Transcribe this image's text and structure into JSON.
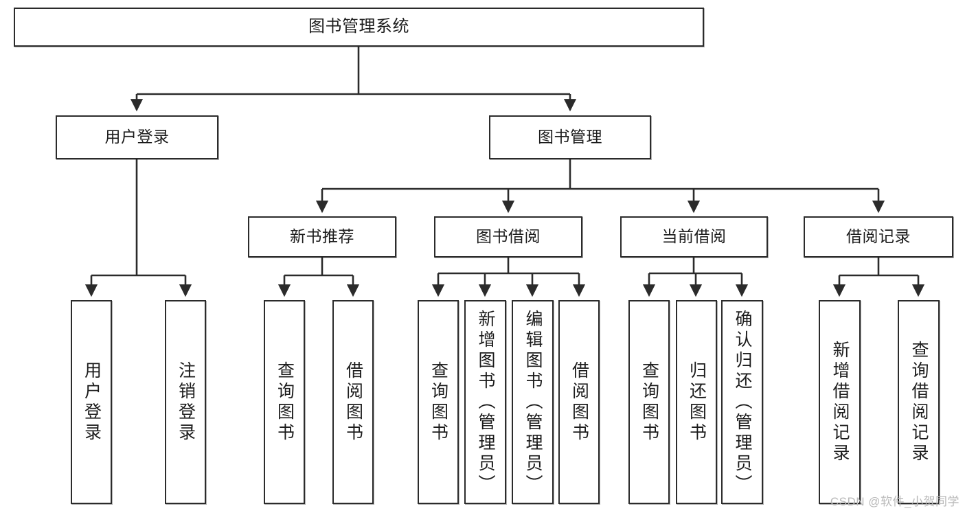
{
  "diagram": {
    "title": "图书管理系统",
    "type": "tree-hierarchy",
    "watermark": "CSDN @软件_小贺同学",
    "colors": {
      "box_border": "#2b2b2b",
      "box_fill": "#ffffff",
      "edge": "#2b2b2b",
      "text": "#1c1c1c",
      "watermark": "#b9b9b9"
    },
    "nodes": {
      "root": {
        "label": "图书管理系统"
      },
      "level2": [
        {
          "id": "user-login",
          "label": "用户登录"
        },
        {
          "id": "book-manage",
          "label": "图书管理"
        }
      ],
      "level3": [
        {
          "id": "new-book-recommend",
          "label": "新书推荐"
        },
        {
          "id": "book-borrow",
          "label": "图书借阅"
        },
        {
          "id": "current-borrow",
          "label": "当前借阅"
        },
        {
          "id": "borrow-record",
          "label": "借阅记录"
        }
      ],
      "leaves": {
        "user_login": [
          {
            "id": "leaf-user-login",
            "label": "用户登录"
          },
          {
            "id": "leaf-logout-login",
            "label": "注销登录"
          }
        ],
        "new_book_recommend": [
          {
            "id": "leaf-query-book-1",
            "label": "查询图书"
          },
          {
            "id": "leaf-borrow-book-1",
            "label": "借阅图书"
          }
        ],
        "book_borrow": [
          {
            "id": "leaf-query-book-2",
            "label": "查询图书"
          },
          {
            "id": "leaf-add-book",
            "label": "新增图书（管理员）"
          },
          {
            "id": "leaf-edit-book",
            "label": "编辑图书（管理员）"
          },
          {
            "id": "leaf-borrow-book-2",
            "label": "借阅图书"
          }
        ],
        "current_borrow": [
          {
            "id": "leaf-query-book-3",
            "label": "查询图书"
          },
          {
            "id": "leaf-return-book",
            "label": "归还图书"
          },
          {
            "id": "leaf-confirm-return",
            "label": "确认归还（管理员）"
          }
        ],
        "borrow_record": [
          {
            "id": "leaf-add-record",
            "label": "新增借阅记录"
          },
          {
            "id": "leaf-query-record",
            "label": "查询借阅记录"
          }
        ]
      }
    }
  }
}
